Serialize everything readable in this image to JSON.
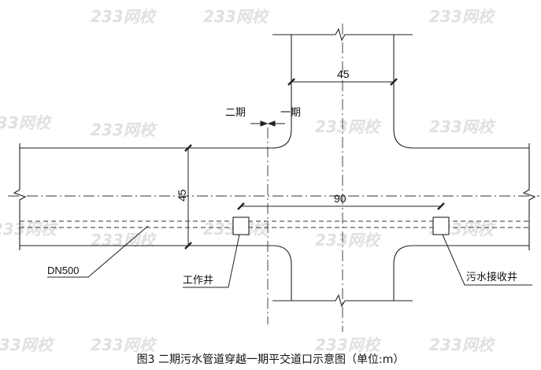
{
  "diagram": {
    "caption": "图3 二期污水管道穿越一期平交道口示意图（单位:m）",
    "dimensions": {
      "top_width": "45",
      "road_width": "45",
      "well_spacing": "90"
    },
    "labels": {
      "phase2": "二期",
      "phase1": "一期",
      "pipe": "DN500",
      "work_well": "工作井",
      "receive_well": "污水接收井"
    },
    "watermark": "233网校"
  }
}
